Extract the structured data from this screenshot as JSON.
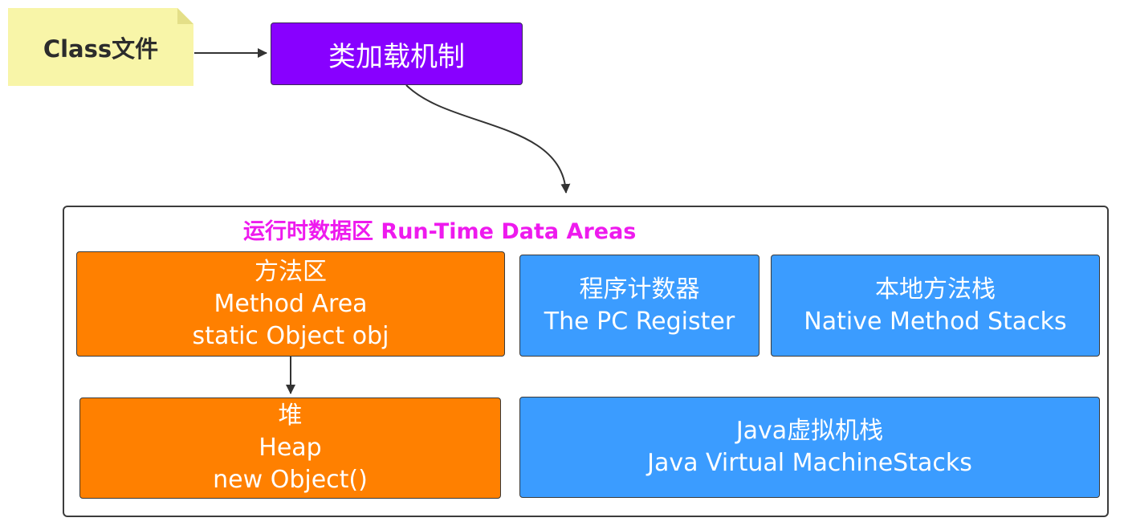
{
  "class_file": {
    "label": "Class文件"
  },
  "class_loader": {
    "label": "类加载机制"
  },
  "runtime_area": {
    "title": "运行时数据区 Run-Time Data Areas"
  },
  "method_area": {
    "line1": "方法区",
    "line2": "Method Area",
    "line3": "static Object obj"
  },
  "heap": {
    "line1": "堆",
    "line2": "Heap",
    "line3": "new Object()"
  },
  "pc_register": {
    "line1": "程序计数器",
    "line2": "The PC Register"
  },
  "native_stacks": {
    "line1": "本地方法栈",
    "line2": "Native Method Stacks"
  },
  "jvm_stacks": {
    "line1": "Java虚拟机栈",
    "line2": "Java Virtual MachineStacks"
  },
  "colors": {
    "note": "#f8f5a8",
    "loader": "#8800ff",
    "title": "#ee1aee",
    "orange": "#ff8000",
    "blue": "#3b9cff"
  }
}
